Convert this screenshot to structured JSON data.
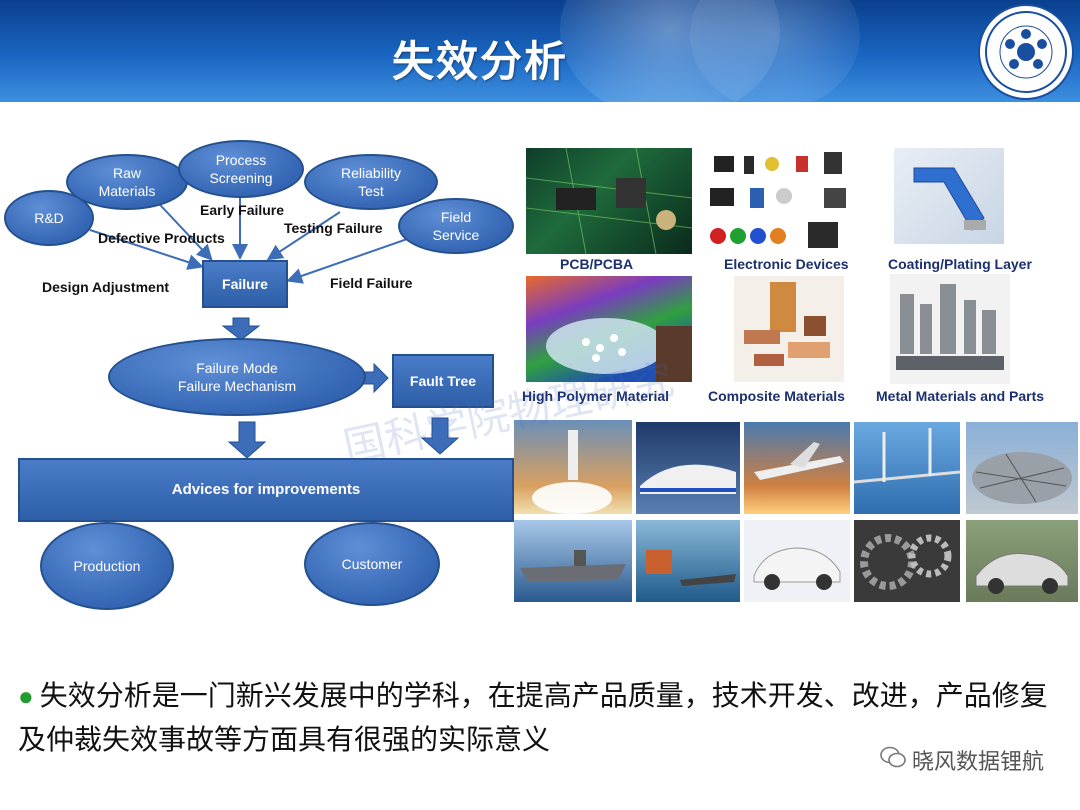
{
  "title": "失效分析",
  "diagram": {
    "nodes": {
      "rd": "R&D",
      "raw": "Raw\nMaterials",
      "process": "Process\nScreening",
      "reliability": "Reliability\nTest",
      "field_service": "Field\nService",
      "failure": "Failure",
      "mode": "Failure Mode\nFailure Mechanism",
      "fault_tree": "Fault Tree",
      "advices": "Advices for improvements",
      "production": "Production",
      "customer": "Customer"
    },
    "labels": {
      "early_failure": "Early Failure",
      "defective_products": "Defective Products",
      "testing_failure": "Testing Failure",
      "design_adjustment": "Design Adjustment",
      "field_failure": "Field Failure"
    }
  },
  "photos": {
    "pcb": "PCB/PCBA",
    "electronic": "Electronic Devices",
    "coating": "Coating/Plating Layer",
    "polymer": "High Polymer Material",
    "composite": "Composite Materials",
    "metal": "Metal Materials and Parts"
  },
  "watermark": "国科学院物理研究",
  "bullet_text": "失效分析是一门新兴发展中的学科，在提高产品质量，技术开发、改进，产品修复及仲裁失效事故等方面具有很强的实际意义",
  "source": "晓风数据锂航",
  "colors": {
    "header": "#1a66c2",
    "node_fill": "#3566b4",
    "bullet": "#1f9d2f"
  }
}
